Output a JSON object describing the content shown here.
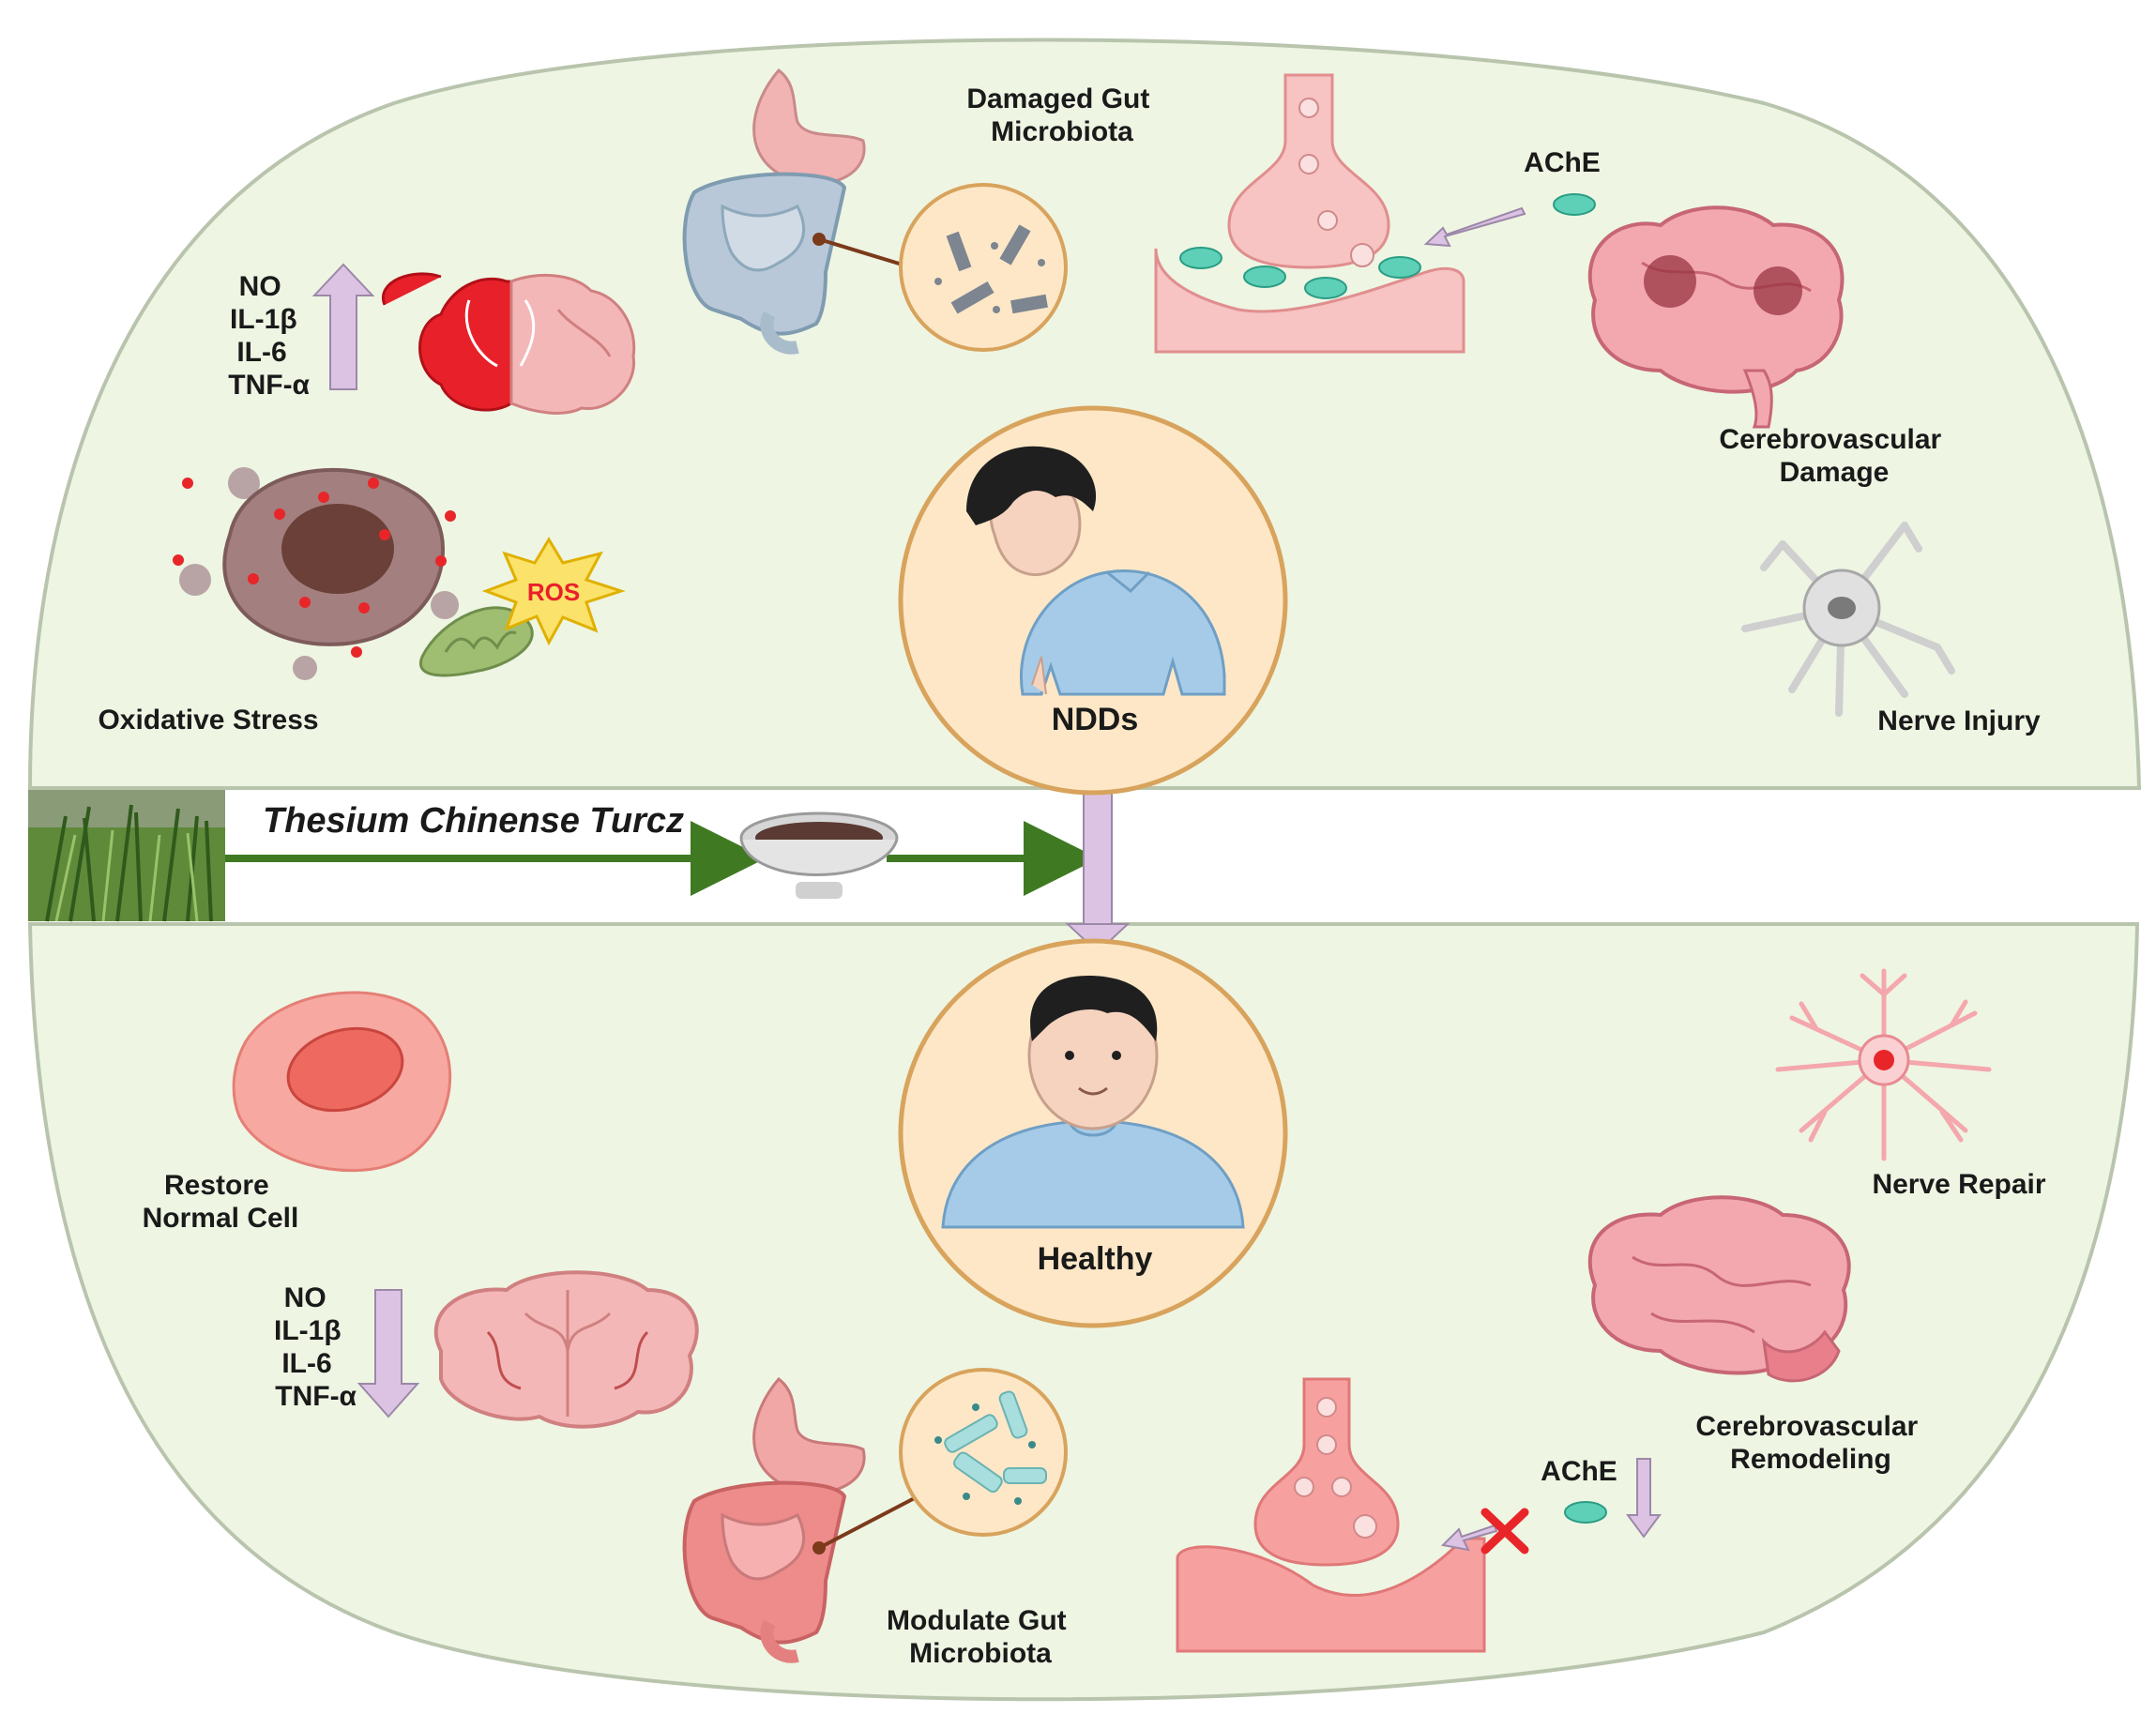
{
  "top_panel": {
    "damaged_gut": [
      "Damaged Gut",
      "Microbiota"
    ],
    "ache": "AChE",
    "cytokines": [
      "NO",
      "IL-1β",
      "IL-6",
      "TNF-α"
    ],
    "cerebro_damage": [
      "Cerebrovascular",
      "Damage"
    ],
    "ros": "ROS",
    "oxidative_stress": "Oxidative Stress",
    "patient": "NDDs",
    "nerve_injury": "Nerve Injury"
  },
  "middle_band": {
    "plant": "Thesium Chinense Turcz"
  },
  "bottom_panel": {
    "restore_cell": [
      "Restore",
      "Normal Cell"
    ],
    "patient": "Healthy",
    "nerve_repair": "Nerve Repair",
    "cytokines": [
      "NO",
      "IL-1β",
      "IL-6",
      "TNF-α"
    ],
    "cerebro_remodel": [
      "Cerebrovascular",
      "Remodeling"
    ],
    "ache": "AChE",
    "modulate_gut": [
      "Modulate Gut",
      "Microbiota"
    ]
  },
  "colors": {
    "panel_fill": "#eef5e3",
    "panel_stroke": "#b9c4ad",
    "arrow_violet": "#dcc3e4",
    "arrow_green": "#3f7a23",
    "circle_fill": "#fde7c7",
    "circle_stroke": "#d8a35c"
  }
}
